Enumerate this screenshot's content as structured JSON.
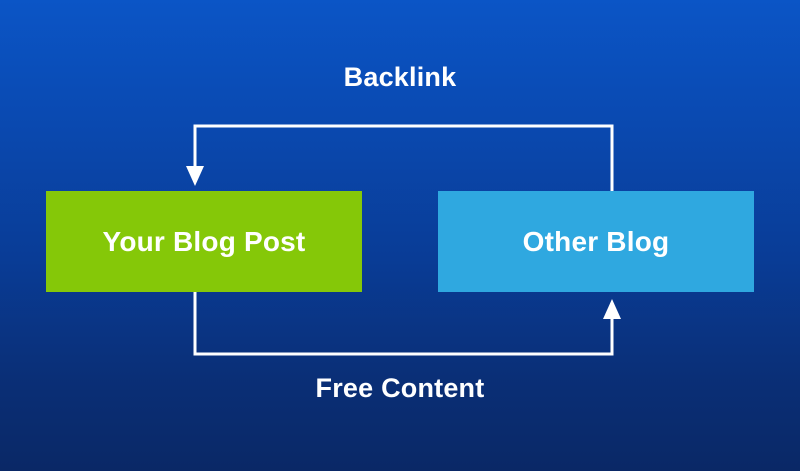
{
  "diagram": {
    "title_text": "Backlink",
    "background": {
      "gradient_top": "#0B55C6",
      "gradient_bottom": "#0A2866"
    },
    "nodes": [
      {
        "id": "your-blog-post",
        "label": "Your Blog Post",
        "color": "#85C808",
        "text_color": "#FFFFFF"
      },
      {
        "id": "other-blog",
        "label": "Other Blog",
        "color": "#2FA8E0",
        "text_color": "#FFFFFF"
      }
    ],
    "edges": [
      {
        "id": "backlink",
        "label": "Backlink",
        "from": "other-blog",
        "to": "your-blog-post",
        "direction": "right-to-left",
        "arrow_color": "#FFFFFF",
        "label_color": "#FFFFFF"
      },
      {
        "id": "free-content",
        "label": "Free Content",
        "from": "your-blog-post",
        "to": "other-blog",
        "direction": "left-to-right",
        "arrow_color": "#FFFFFF",
        "label_color": "#FFFFFF"
      }
    ]
  }
}
